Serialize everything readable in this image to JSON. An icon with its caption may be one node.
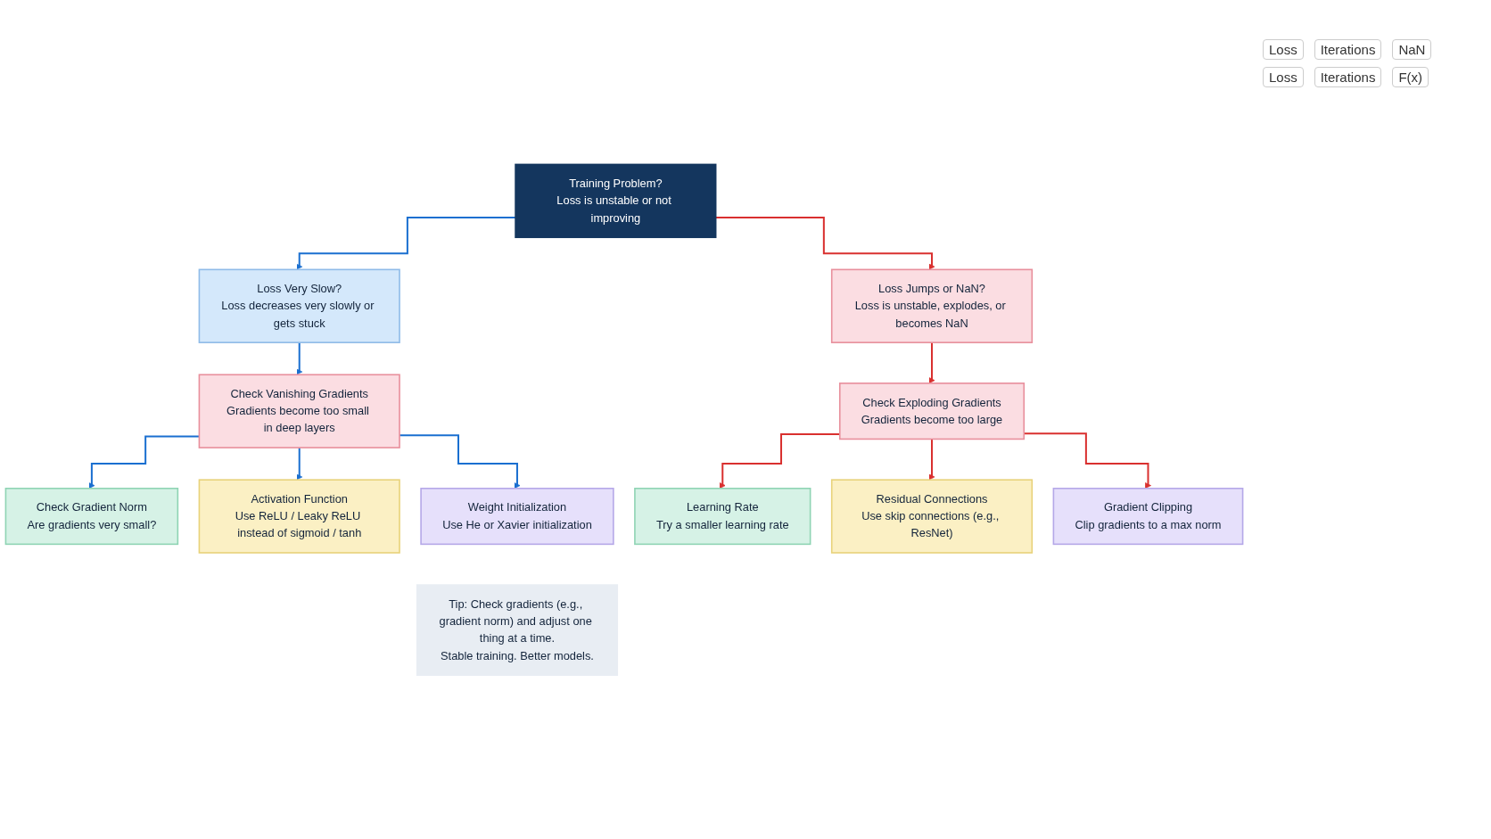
{
  "diagram": {
    "nodes": [
      {
        "text": [
          "Training Problem?",
          "Loss is unstable or not improving"
        ]
      },
      {
        "text": [
          "Loss Very Slow?",
          "Loss decreases very slowly or gets stuck"
        ]
      },
      {
        "text": [
          "Loss Jumps or NaN?",
          "Loss is unstable, explodes, or becomes NaN"
        ]
      },
      {
        "text": [
          "Check Vanishing Gradients",
          "Gradients become too small in deep layers"
        ]
      },
      {
        "text": [
          "Check Exploding Gradients",
          "Gradients become too large"
        ]
      },
      {
        "text": [
          "Check Gradient Norm",
          "Are gradients very small?"
        ]
      },
      {
        "text": [
          "Activation Function",
          "Use ReLU / Leaky ReLU instead of sigmoid / tanh"
        ]
      },
      {
        "text": [
          "Weight Initialization",
          "Use He or Xavier initialization"
        ]
      },
      {
        "text": [
          "Learning Rate",
          "Try a smaller learning rate"
        ]
      },
      {
        "text": [
          "Residual Connections",
          "Use skip connections (e.g., ResNet)"
        ]
      },
      {
        "text": [
          "Gradient Clipping",
          "Clip gradients to a max norm"
        ]
      },
      {
        "text": [
          "Tip: Check gradients (e.g., gradient norm) and adjust one thing at a time.",
          "Stable training. Better models."
        ]
      }
    ],
    "edges": [
      {
        "from": 0,
        "to": 1,
        "arrow": "to",
        "color": "#1a6fd0"
      },
      {
        "from": 0,
        "to": 2,
        "arrow": "to",
        "color": "#d9302f"
      },
      {
        "from": 1,
        "to": 3,
        "arrow": "to",
        "color": "#1a6fd0"
      },
      {
        "from": 2,
        "to": 4,
        "arrow": "to",
        "color": "#d9302f"
      },
      {
        "from": 3,
        "to": 5,
        "arrow": "to",
        "color": "#1a6fd0"
      },
      {
        "from": 3,
        "to": 6,
        "arrow": "to",
        "color": "#1a6fd0"
      },
      {
        "from": 3,
        "to": 7,
        "arrow": "to",
        "color": "#1a6fd0"
      },
      {
        "from": 4,
        "to": 8,
        "arrow": "to",
        "color": "#d9302f"
      },
      {
        "from": 4,
        "to": 9,
        "arrow": "to",
        "color": "#d9302f"
      },
      {
        "from": 4,
        "to": 10,
        "arrow": "to",
        "color": "#d9302f"
      }
    ],
    "labels": [
      "Loss",
      "Iterations",
      "NaN",
      "Loss",
      "Iterations",
      "F(x)"
    ]
  }
}
